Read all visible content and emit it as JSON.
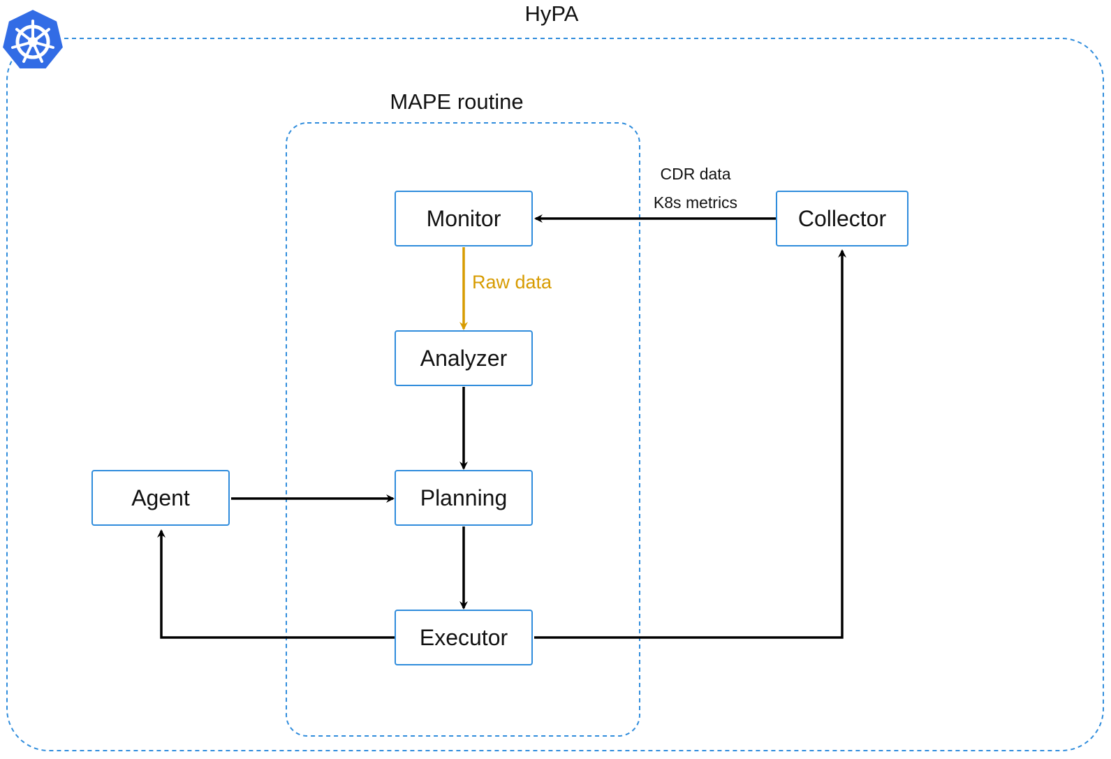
{
  "groups": {
    "outer_title": "HyPA",
    "inner_title": "MAPE routine"
  },
  "nodes": {
    "monitor": "Monitor",
    "analyzer": "Analyzer",
    "planning": "Planning",
    "executor": "Executor",
    "agent": "Agent",
    "collector": "Collector"
  },
  "edge_labels": {
    "cdr_data": "CDR data",
    "k8s_metrics": "K8s metrics",
    "raw_data": "Raw data"
  },
  "colors": {
    "box_border": "#2f8cdc",
    "group_border": "#2f8cdc",
    "arrow": "#000000",
    "raw_data_arrow": "#d79b00",
    "logo": "#326ce5"
  },
  "icons": {
    "logo": "kubernetes-helm-icon"
  }
}
